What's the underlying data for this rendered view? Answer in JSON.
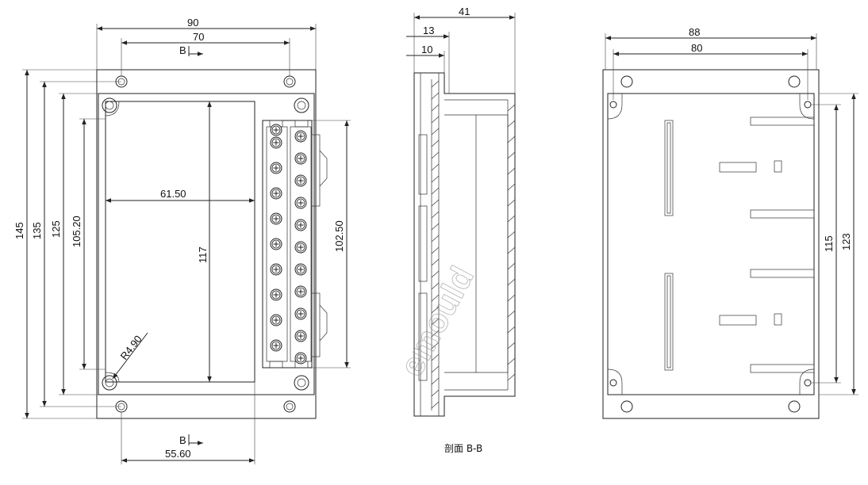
{
  "front_view": {
    "overall_width": "90",
    "hole_spacing_width": "70",
    "section_marker_top": "B",
    "section_marker_bottom": "B",
    "overall_height": "145",
    "hole_spacing_height": "135",
    "body_height": "125",
    "inner_height": "105.20",
    "inner_width": "61.50",
    "cavity_depth": "117",
    "terminal_block_length": "102.50",
    "corner_radius": "R4.90",
    "bottom_offset": "55.60"
  },
  "section_view": {
    "overall_depth": "41",
    "flange_offset_1": "13",
    "flange_offset_2": "10",
    "caption": "剖面 B-B",
    "watermark": "emould"
  },
  "rear_view": {
    "overall_width": "88",
    "hole_spacing_width": "80",
    "body_height": "115",
    "hole_spacing_height": "123"
  }
}
